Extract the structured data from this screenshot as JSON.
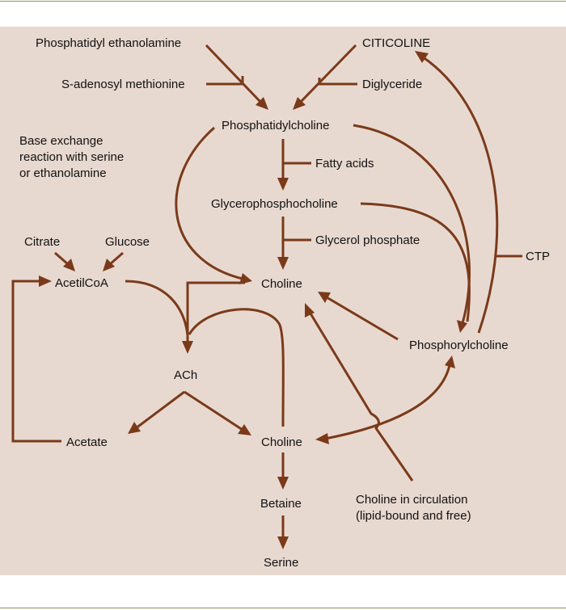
{
  "labels": {
    "phosphatidyl_ethanolamine": "Phosphatidyl ethanolamine",
    "citicoline": "CITICOLINE",
    "s_adenosyl_methionine": "S-adenosyl methionine",
    "diglyceride": "Diglyceride",
    "phosphatidylcholine": "Phosphatidylcholine",
    "base_exchange_1": "Base exchange",
    "base_exchange_2": "reaction with serine",
    "base_exchange_3": "or ethanolamine",
    "fatty_acids": "Fatty acids",
    "glycerophosphocholine": "Glycerophosphocholine",
    "citrate": "Citrate",
    "glucose": "Glucose",
    "glycerol_phosphate": "Glycerol phosphate",
    "acetilcoa": "AcetilCoA",
    "choline_upper": "Choline",
    "ctp": "CTP",
    "phosphorylcholine": "Phosphorylcholine",
    "ach": "ACh",
    "acetate": "Acetate",
    "choline_lower": "Choline",
    "betaine": "Betaine",
    "circulation_1": "Choline in circulation",
    "circulation_2": "(lipid-bound and free)",
    "serine": "Serine"
  },
  "colors": {
    "background_panel": "#e8d9d0",
    "arrow": "#7a3a1a",
    "rule": "#8c9a4e"
  }
}
